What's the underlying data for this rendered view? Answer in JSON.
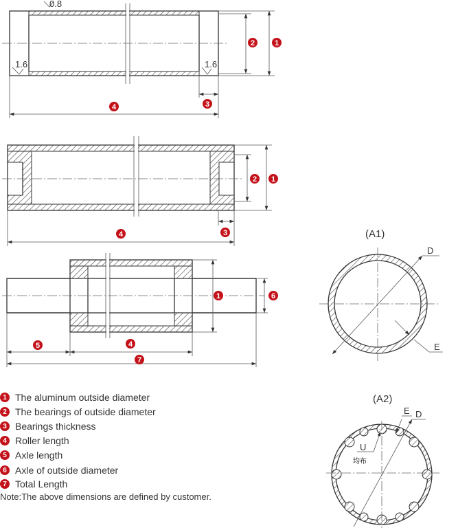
{
  "drawing1": {
    "roughness_top": "0.8",
    "roughness_left": "1.6",
    "roughness_right": "1.6"
  },
  "badges": [
    "1",
    "2",
    "3",
    "4",
    "5",
    "6",
    "7"
  ],
  "sections": {
    "a1_title": "(A1)",
    "a2_title": "(A2)",
    "d_label": "D",
    "e_label": "E",
    "u_label": "U",
    "u_note": "均布"
  },
  "legend": [
    {
      "num": "1",
      "text": "The aluminum  outside diameter"
    },
    {
      "num": "2",
      "text": "The bearings of outside diameter"
    },
    {
      "num": "3",
      "text": "Bearings thickness"
    },
    {
      "num": "4",
      "text": "Roller length"
    },
    {
      "num": "5",
      "text": "Axle length"
    },
    {
      "num": "6",
      "text": "Axle of outside diameter"
    },
    {
      "num": "7",
      "text": "Total Length"
    }
  ],
  "note": "Note:The above dimensions are defined by customer.",
  "colors": {
    "badge": "#c4121a",
    "line": "#333333"
  }
}
